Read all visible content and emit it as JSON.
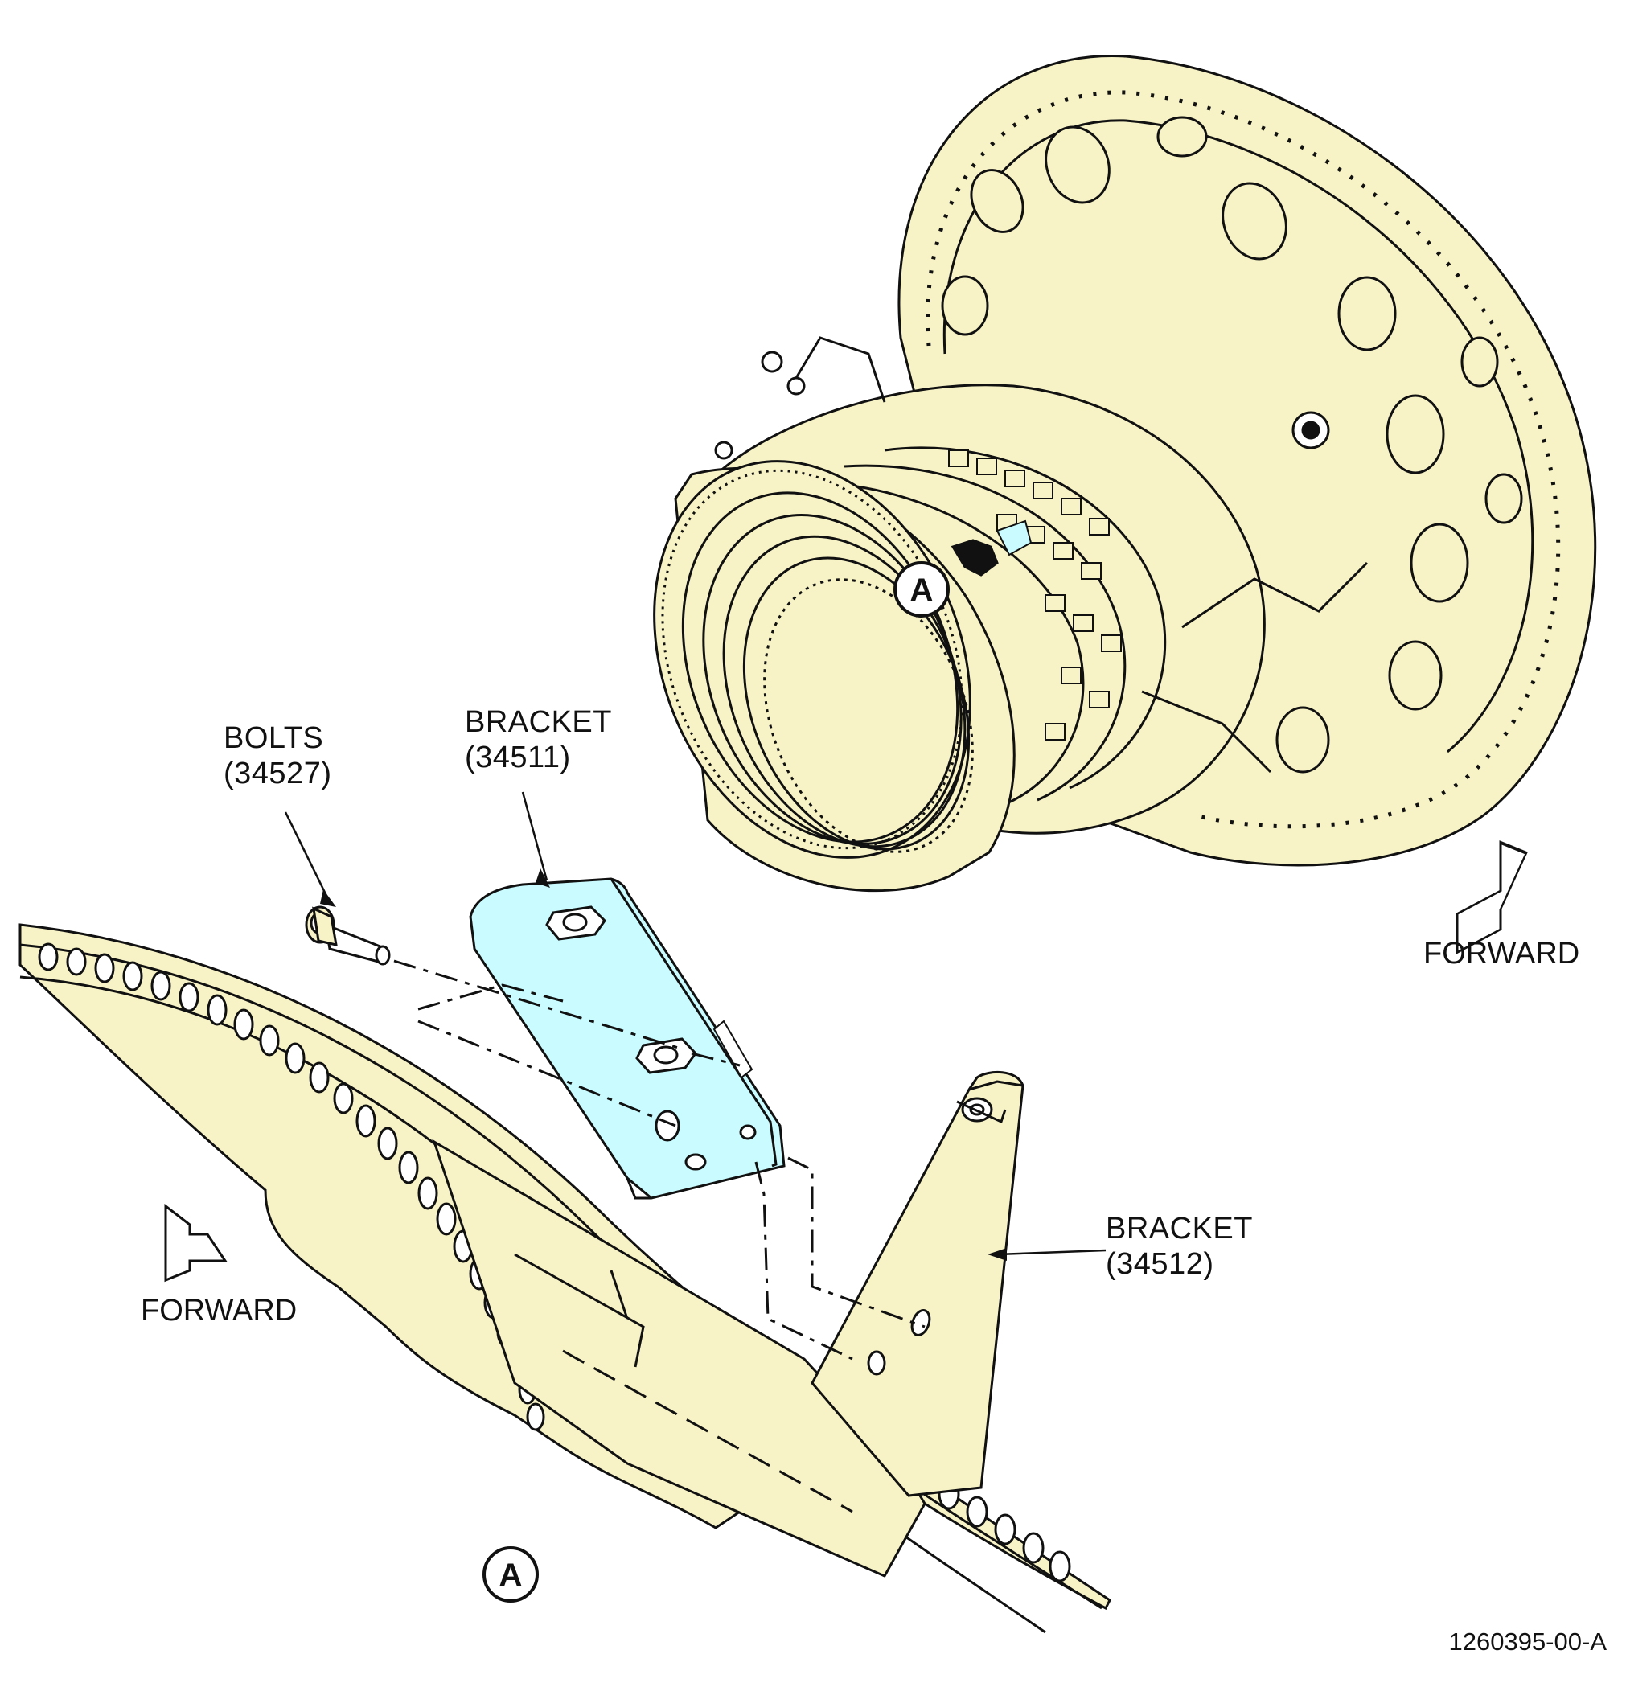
{
  "labels": {
    "bolts": {
      "name": "BOLTS",
      "part": "(34527)"
    },
    "bracket_upper": {
      "name": "BRACKET",
      "part": "(34511)"
    },
    "bracket_lower": {
      "name": "BRACKET",
      "part": "(34512)"
    },
    "forward_right": "FORWARD",
    "forward_left": "FORWARD",
    "view_callout": "A",
    "detail_callout": "A"
  },
  "figure_id": "1260395-00-A",
  "colors": {
    "engine_fill": "#f7f3c6",
    "bracket_highlight": "#c9fbff",
    "line": "#111111"
  }
}
